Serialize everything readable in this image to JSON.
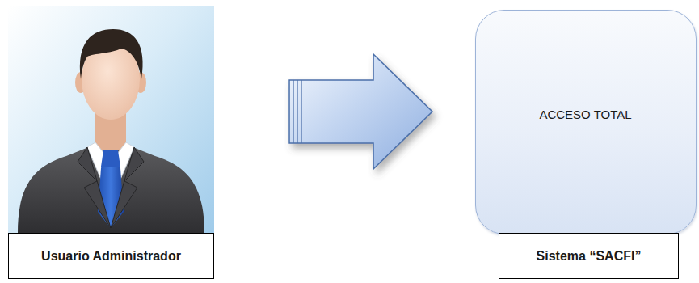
{
  "diagram": {
    "nodes": [
      {
        "text": [
          "Usuario Administrador"
        ]
      },
      {
        "text": [
          "ACCESO TOTAL",
          "Sistema “SACFI”"
        ]
      }
    ],
    "edges": [
      {
        "from": 0,
        "to": 1,
        "arrow": "to"
      }
    ]
  }
}
